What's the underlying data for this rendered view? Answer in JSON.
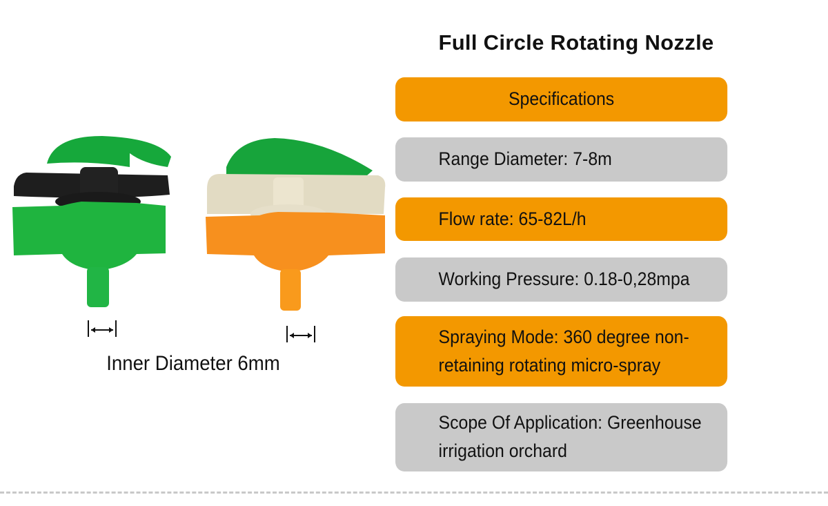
{
  "title": "Full Circle Rotating Nozzle",
  "specs": {
    "header": "Specifications",
    "items": [
      {
        "text": "Range Diameter: 7-8m",
        "color": "gray"
      },
      {
        "text": "Flow rate: 65-82L/h",
        "color": "orange"
      },
      {
        "text": "Working Pressure: 0.18-0,28mpa",
        "color": "gray"
      },
      {
        "text": "Spraying Mode: 360 degree non-retaining rotating micro-spray",
        "color": "orange"
      },
      {
        "text": "Scope Of Application: Greenhouse irrigation orchard",
        "color": "gray"
      }
    ]
  },
  "product_image": {
    "caption": "Inner Diameter 6mm",
    "nozzles": [
      "green-nozzle",
      "orange-nozzle"
    ],
    "dimension_icon": "double-arrow-icon"
  },
  "colors": {
    "orange": "#f39800",
    "gray": "#c9c9c9",
    "green": "#1aa33a",
    "nozzle_orange": "#f7901e"
  }
}
